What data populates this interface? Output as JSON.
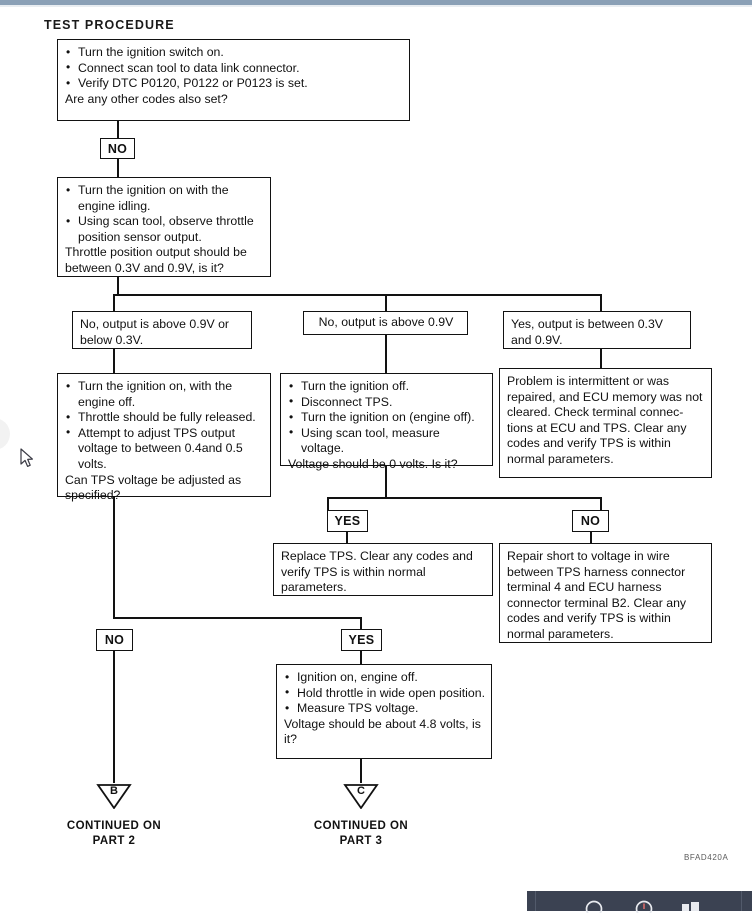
{
  "page": {
    "heading": "TEST PROCEDURE",
    "figure_code": "BFAD420A"
  },
  "flow": {
    "box1": {
      "bullets": [
        "Turn the ignition switch on.",
        "Connect scan tool to data link connector.",
        "Verify DTC P0120, P0122 or P0123 is set."
      ],
      "question": "Are any other codes also set?"
    },
    "chip_no_1": "NO",
    "box2": {
      "bullets": [
        "Turn the ignition on with the engine idling.",
        "Using scan tool, observe throttle position sensor output."
      ],
      "question": "Throttle position output should be between 0.3V and 0.9V, is it?"
    },
    "branch_left": "No, output is above 0.9V or below 0.3V.",
    "branch_mid": "No, output is above 0.9V",
    "branch_right": "Yes, output is between 0.3V and 0.9V.",
    "box_left": {
      "bullets": [
        "Turn the ignition on, with the engine off.",
        "Throttle should be fully released.",
        "Attempt to adjust TPS output voltage to between 0.4and 0.5 volts."
      ],
      "question": "Can TPS voltage be adjusted as specified?"
    },
    "box_mid": {
      "bullets": [
        "Turn the ignition off.",
        "Disconnect TPS.",
        "Turn the ignition on (engine off).",
        "Using scan tool, measure voltage."
      ],
      "question": "Voltage should be 0 volts. Is it?"
    },
    "box_right": {
      "text": "Problem is intermittent or was repaired, and ECU memory was not cleared. Check terminal connec-tions at ECU and TPS. Clear any codes and verify TPS is within normal parameters."
    },
    "chip_yes_mid": "YES",
    "chip_no_right": "NO",
    "box_replace_tps": {
      "text": "Replace TPS. Clear any codes and verify TPS is within normal parameters."
    },
    "box_repair_short": {
      "text": "Repair short to voltage in wire between TPS harness connector terminal 4 and ECU harness connector terminal B2. Clear any codes and verify TPS is within normal parameters."
    },
    "chip_no_bottom": "NO",
    "chip_yes_bottom": "YES",
    "box_bottom": {
      "bullets": [
        "Ignition on, engine off.",
        "Hold throttle in wide open position.",
        "Measure TPS voltage."
      ],
      "question": "Voltage should be about 4.8 volts, is it?"
    },
    "connector_b": {
      "letter": "B",
      "line1": "CONTINUED ON",
      "line2": "PART 2"
    },
    "connector_c": {
      "letter": "C",
      "line1": "CONTINUED ON",
      "line2": "PART 3"
    }
  },
  "taskbar": {
    "icons": [
      "search-icon",
      "clock-icon",
      "windows-icon"
    ]
  },
  "colors": {
    "line": "#121212",
    "paper": "#ffffff",
    "topbar": "#8ba0b6",
    "taskbar": "#3b4252"
  }
}
